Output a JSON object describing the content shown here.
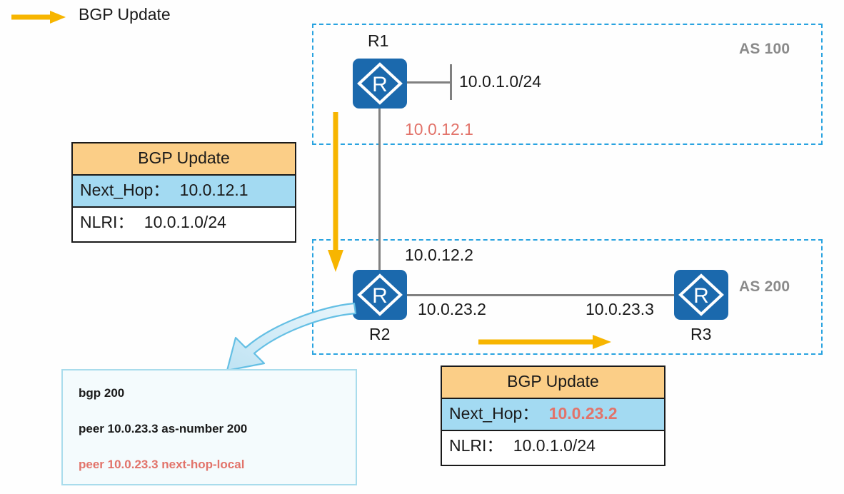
{
  "legend": {
    "arrow_icon": "yellow-right-arrow-icon",
    "label": "BGP Update",
    "arrow_color": "#f7b500"
  },
  "as_regions": [
    {
      "id": "as100",
      "label": "AS 100",
      "border_color": "#29a3e0"
    },
    {
      "id": "as200",
      "label": "AS 200",
      "border_color": "#29a3e0"
    }
  ],
  "routers": [
    {
      "id": "r1",
      "label": "R1",
      "icon": "router-icon",
      "color": "#1b69ad"
    },
    {
      "id": "r2",
      "label": "R2",
      "icon": "router-icon",
      "color": "#1b69ad"
    },
    {
      "id": "r3",
      "label": "R3",
      "icon": "router-icon",
      "color": "#1b69ad"
    }
  ],
  "networks": {
    "lan_r1": "10.0.1.0/24"
  },
  "interfaces": {
    "r1_to_r2": "10.0.12.1",
    "r2_to_r1": "10.0.12.2",
    "r2_to_r3": "10.0.23.2",
    "r3_to_r2": "10.0.23.3"
  },
  "colors": {
    "router_blue": "#1b69ad",
    "dashed_blue": "#29a3e0",
    "arrow_yellow": "#f7b500",
    "accent_red": "#e2736a",
    "table_header": "#fbce87",
    "table_nexthop": "#a3daf2",
    "callout_fill": "#f4fbfd",
    "callout_border": "#a9dcec",
    "link_gray": "#808080",
    "as_label_gray": "#8a8a8a"
  },
  "bgp_update_left": {
    "title": "BGP Update",
    "rows": [
      {
        "key": "Next_Hop：",
        "value": "10.0.12.1",
        "highlight": false
      },
      {
        "key": "NLRI：",
        "value": "10.0.1.0/24",
        "highlight": false
      }
    ]
  },
  "bgp_update_right": {
    "title": "BGP Update",
    "rows": [
      {
        "key": "Next_Hop：",
        "value": "10.0.23.2",
        "highlight": true
      },
      {
        "key": "NLRI：",
        "value": "10.0.1.0/24",
        "highlight": false
      }
    ]
  },
  "config_callout": {
    "lines": [
      {
        "text": "bgp 200",
        "red": false
      },
      {
        "text": "peer 10.0.23.3 as-number 200",
        "red": false
      },
      {
        "text": "peer 10.0.23.3 next-hop-local",
        "red": true
      }
    ]
  },
  "arrows": {
    "vertical_down": "bgp-update-flow-r1-to-r2",
    "horizontal_right": "bgp-update-flow-r2-to-r3",
    "curved_callout": "config-callout-pointer"
  }
}
